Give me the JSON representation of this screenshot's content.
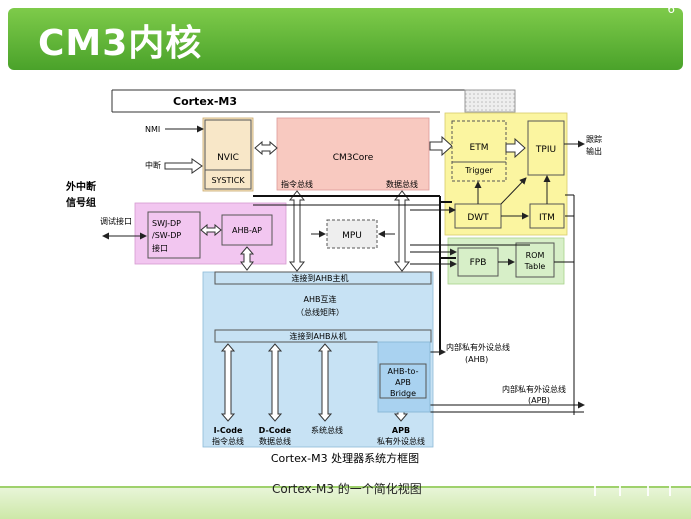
{
  "page": {
    "number": "6",
    "title": "CM3内核"
  },
  "diagram": {
    "frame_label": "Cortex-M3",
    "left_inputs": {
      "nmi": "NMI",
      "interrupt": "中断",
      "group_line1": "外中断",
      "group_line2": "信号组",
      "debug_port": "调试接口"
    },
    "blocks": {
      "nvic": "NVIC",
      "systick": "SYSTICK",
      "cm3core": "CM3Core",
      "etm": "ETM",
      "trigger": "Trigger",
      "tpiu": "TPIU",
      "dwt": "DWT",
      "itm": "ITM",
      "fpb": "FPB",
      "rom_line1": "ROM",
      "rom_line2": "Table",
      "swj_line1": "SWJ-DP",
      "swj_line2": "/SW-DP",
      "swj_line3": "接口",
      "ahbap": "AHB-AP",
      "mpu": "MPU",
      "ahb_master": "连接到AHB主机",
      "ahb_matrix_line1": "AHB互连",
      "ahb_matrix_line2": "（总线矩阵）",
      "ahb_slave": "连接到AHB从机",
      "apb_bridge_line1": "AHB-to-",
      "apb_bridge_line2": "APB",
      "apb_bridge_line3": "Bridge"
    },
    "labels": {
      "trace_out_line1": "跟踪",
      "trace_out_line2": "输出",
      "instr_bus": "指令总线",
      "data_bus": "数据总线",
      "int_ppb_ahb_line1": "内部私有外设总线",
      "int_ppb_ahb_line2": "(AHB)",
      "int_ppb_apb_line1": "内部私有外设总线",
      "int_ppb_apb_line2": "(APB)",
      "icode_line1": "I-Code",
      "icode_line2": "指令总线",
      "dcode_line1": "D-Code",
      "dcode_line2": "数据总线",
      "system_bus": "系统总线",
      "apb_line1": "APB",
      "apb_line2": "私有外设总线"
    },
    "caption": "Cortex-M3 处理器系统方框图"
  },
  "subtitle": "Cortex-M3 的一个简化视图",
  "colors": {
    "banner": "#5cb634",
    "core": "#f8c9c0",
    "nvic": "#f8e7c8",
    "trace": "#fbf5a0",
    "dbg": "#f2c6f0",
    "ahb": "#c7e2f4",
    "fpb": "#d7efc8"
  }
}
